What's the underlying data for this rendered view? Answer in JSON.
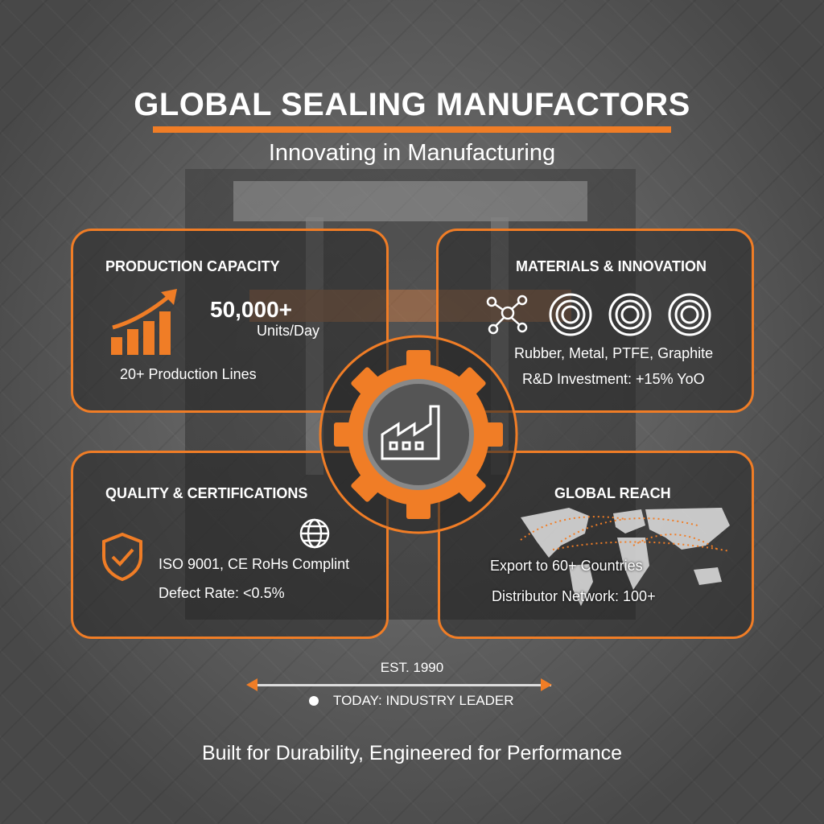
{
  "header": {
    "title": "GLOBAL SEALING MANUFACTORS",
    "subtitle": "Innovating in Manufacturing"
  },
  "production": {
    "heading": "PRODUCTION CAPACITY",
    "value": "50,000+",
    "unit": "Units/Day",
    "lines": "20+ Production Lines",
    "icon": "bar-chart-growth-icon"
  },
  "materials": {
    "heading": "MATERIALS & INNOVATION",
    "materials": "Rubber, Metal, PTFE, Graphite",
    "rnd": "R&D Investment: +15% YoO",
    "icons": [
      "molecule-icon",
      "seal-ring-icon",
      "seal-ring-icon",
      "seal-ring-icon"
    ]
  },
  "quality": {
    "heading": "QUALITY & CERTIFICATIONS",
    "certs": "ISO 9001, CE RoHs Complint",
    "defect": "Defect Rate: <0.5%",
    "icons": [
      "shield-check-icon",
      "globe-icon"
    ]
  },
  "global": {
    "heading": "GLOBAL REACH",
    "export": "Export to 60+ Countries",
    "distributors": "Distributor Network: 100+",
    "icon": "world-map-icon"
  },
  "timeline": {
    "start": "EST. 1990",
    "today": "TODAY: INDUSTRY LEADER"
  },
  "footer": {
    "tagline": "Built for Durability, Engineered for Performance"
  },
  "colors": {
    "accent": "#f07d26",
    "background": "#6e6e6e"
  }
}
